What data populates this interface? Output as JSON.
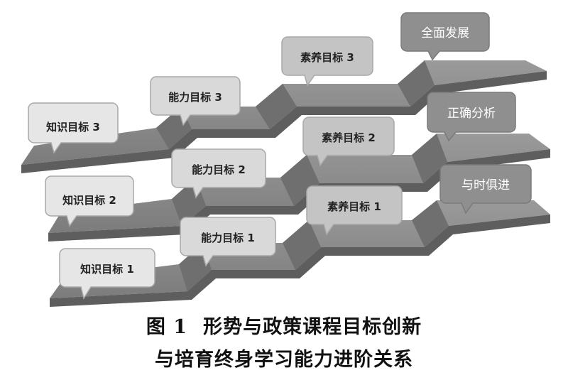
{
  "diagram": {
    "rows": [
      {
        "id": "row-3",
        "steps": [
          "知识目标 3",
          "能力目标 3",
          "素养目标 3"
        ],
        "goal": "全面发展"
      },
      {
        "id": "row-2",
        "steps": [
          "知识目标 2",
          "能力目标 2",
          "素养目标 2"
        ],
        "goal": "正确分析"
      },
      {
        "id": "row-1",
        "steps": [
          "知识目标 1",
          "能力目标 1",
          "素养目标 1"
        ],
        "goal": "与时俱进"
      }
    ],
    "colors": {
      "stair_top": "#8a8a8a",
      "stair_front": "#5e5e5e",
      "stair_rise": "#6f6f6f",
      "bubble_light": "#e6e6e6",
      "bubble_mid": "#c4c4c4",
      "bubble_dark": "#8f8f8f",
      "bubble_stroke": "#a8a8a8"
    }
  },
  "caption": {
    "figure_number": "图 1",
    "line1": "形势与政策课程目标创新",
    "line2": "与培育终身学习能力进阶关系"
  }
}
